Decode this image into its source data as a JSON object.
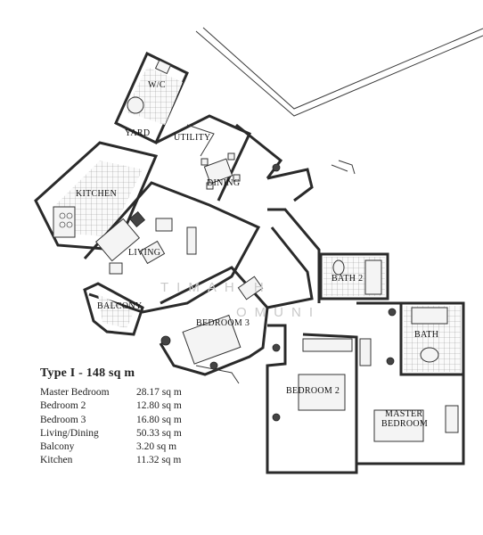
{
  "rooms": {
    "wc": "W/C",
    "yard": "YARD",
    "utility": "UTILITY",
    "kitchen": "KITCHEN",
    "dining": "DINING",
    "living": "LIVING",
    "balcony": "BALCONY",
    "bedroom3": "BEDROOM 3",
    "bath2": "BATH 2",
    "bath": "BATH",
    "bedroom2": "BEDROOM 2",
    "master_line1": "MASTER",
    "master_line2": "BEDROOM"
  },
  "watermark": {
    "line1": "TIMAH H",
    "line2": "OMUNI"
  },
  "legend": {
    "title": "Type I - 148 sq m",
    "rows": [
      {
        "name": "Master Bedroom",
        "value": "28.17 sq m"
      },
      {
        "name": "Bedroom 2",
        "value": "12.80 sq m"
      },
      {
        "name": "Bedroom 3",
        "value": "16.80 sq m"
      },
      {
        "name": "Living/Dining",
        "value": "50.33 sq m"
      },
      {
        "name": "Balcony",
        "value": "3.20 sq m"
      },
      {
        "name": "Kitchen",
        "value": "11.32 sq m"
      }
    ]
  }
}
